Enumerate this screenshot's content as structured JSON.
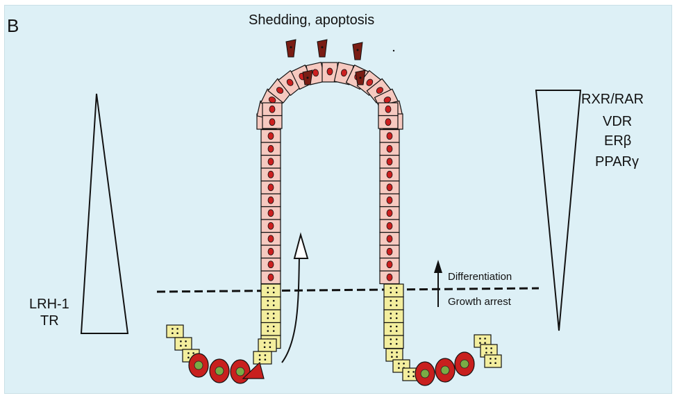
{
  "panel_letter": "B",
  "title": "Shedding, apoptosis",
  "left_gradient": {
    "labels": [
      "LRH-1",
      "TR"
    ]
  },
  "right_gradient": {
    "labels": [
      "RXR/RAR",
      "VDR",
      "ERβ",
      "PPARγ"
    ]
  },
  "boundary": {
    "upper_label": "Differentiation",
    "lower_label": "Growth arrest"
  },
  "colors": {
    "background": "#ddf0f6",
    "differentiated_cell": "#f6c9c0",
    "proliferating_cell": "#f3ee9e",
    "stem_cell": "#c8201e",
    "shed_cell": "#7a1d14",
    "nucleus": "#cc2020",
    "stem_nucleus": "#7aab46"
  },
  "icons": [
    "arrow-up-icon",
    "curved-arrow-icon"
  ]
}
